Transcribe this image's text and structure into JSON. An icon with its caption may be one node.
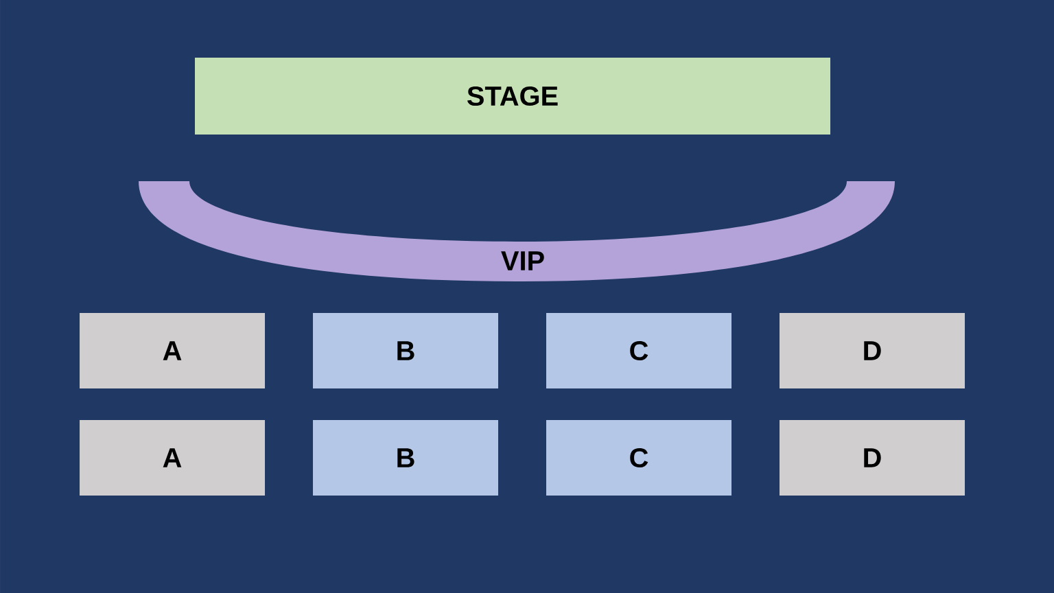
{
  "diagram": {
    "nodes": [
      {
        "text": [
          "STAGE"
        ]
      },
      {
        "text": [
          "VIP"
        ]
      },
      {
        "text": [
          "A"
        ]
      },
      {
        "text": [
          "B"
        ]
      },
      {
        "text": [
          "C"
        ]
      },
      {
        "text": [
          "D"
        ]
      },
      {
        "text": [
          "A"
        ]
      },
      {
        "text": [
          "B"
        ]
      },
      {
        "text": [
          "C"
        ]
      },
      {
        "text": [
          "D"
        ]
      }
    ]
  }
}
